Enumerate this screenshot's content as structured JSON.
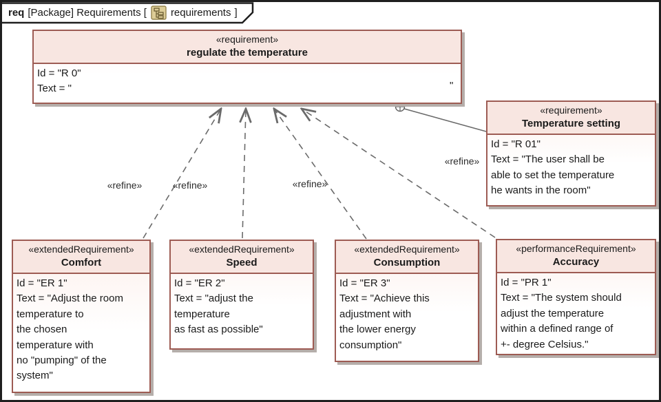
{
  "tab": {
    "kind": "req",
    "context": "[Package] Requirements [",
    "diagram_name": "requirements",
    "bracket_close": "]",
    "icon": "requirements-diagram-icon"
  },
  "labels": {
    "refine": "«refine»"
  },
  "colors": {
    "box_border": "#9d5b53",
    "header_fill": "#f8e6e1",
    "body_fill": "#fcf0ec",
    "shadow": "#b5aeaa",
    "connector": "#6a6a6a",
    "frame_border": "#1f1f1f"
  },
  "boxes": {
    "regulate": {
      "stereotype": "«requirement»",
      "name": "regulate the temperature",
      "id_line": "Id = \"R 0\"",
      "text_label": "Text = \"",
      "closing_quote": "\""
    },
    "temperature_setting": {
      "stereotype": "«requirement»",
      "name": "Temperature setting",
      "lines": [
        "Id = \"R 01\"",
        "Text = \"The user shall be",
        "able to set the temperature",
        "he wants in the room\""
      ]
    },
    "comfort": {
      "stereotype": "«extendedRequirement»",
      "name": "Comfort",
      "lines": [
        "Id = \"ER 1\"",
        "Text = \"Adjust the room",
        "temperature to",
        "the chosen",
        "temperature with",
        "no \"pumping\" of the",
        "system\""
      ]
    },
    "speed": {
      "stereotype": "«extendedRequirement»",
      "name": "Speed",
      "lines": [
        "Id = \"ER 2\"",
        "Text = \"adjust the",
        "temperature",
        "as fast as possible\""
      ]
    },
    "consumption": {
      "stereotype": "«extendedRequirement»",
      "name": "Consumption",
      "lines": [
        "Id = \"ER 3\"",
        "Text = \"Achieve this",
        "adjustment with",
        "the lower energy",
        "consumption\""
      ]
    },
    "accuracy": {
      "stereotype": "«performanceRequirement»",
      "name": "Accuracy",
      "lines": [
        "Id = \"PR 1\"",
        "Text = \"The system should",
        "adjust the temperature",
        "within a defined range of",
        "+- degree Celsius.\""
      ]
    }
  }
}
